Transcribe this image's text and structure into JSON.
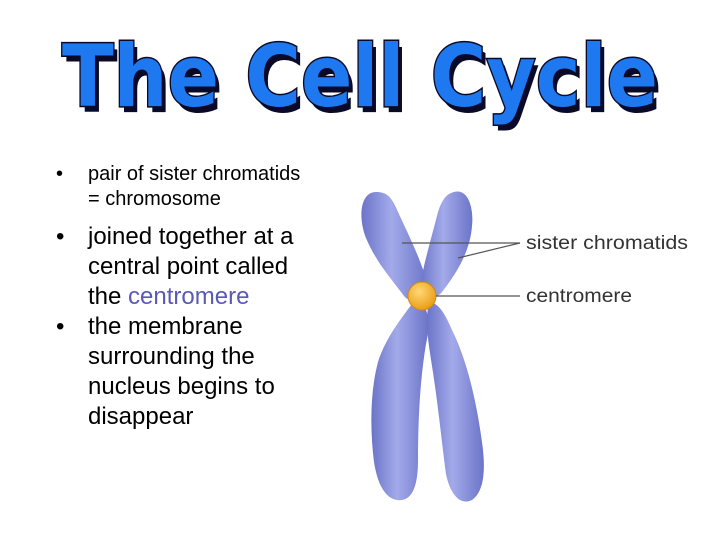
{
  "title": "The Cell Cycle",
  "bullets": [
    {
      "symbol": "•",
      "lines": [
        "pair of sister chromatids",
        "= chromosome"
      ]
    },
    {
      "symbol": "•",
      "line1": "joined together at a",
      "line2": "central point called",
      "line3_prefix": "the ",
      "line3_highlight": "centromere"
    },
    {
      "symbol": "•",
      "lines": [
        "the membrane",
        "surrounding the",
        "nucleus begins to",
        "disappear"
      ]
    }
  ],
  "diagram": {
    "labels": {
      "sister_chromatids": "sister chromatids",
      "centromere": "centromere"
    }
  },
  "colors": {
    "title_fill": "#1e78f0",
    "title_outline": "#0a0a28",
    "chromosome": "#8f97e0",
    "chromosome_dark": "#6b74c8",
    "centromere": "#f5b025",
    "accent_text": "#5a5ab4",
    "pointer_line": "#555555"
  }
}
